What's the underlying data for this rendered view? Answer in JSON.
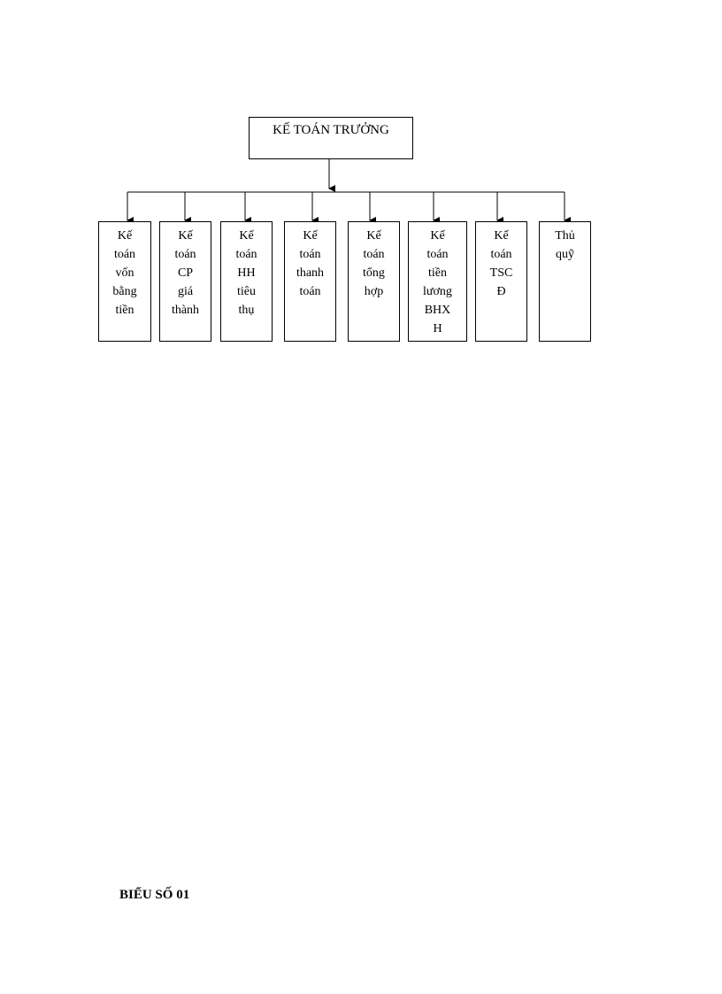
{
  "diagram": {
    "type": "org-chart",
    "root": {
      "label": "KẾ TOÁN TRƯỞNG"
    },
    "children": [
      {
        "lines": [
          "Kế",
          "toán",
          "vốn",
          "bằng",
          "tiền"
        ]
      },
      {
        "lines": [
          "Kế",
          "toán",
          "CP",
          "giá",
          "thành"
        ]
      },
      {
        "lines": [
          "Kế",
          "toán",
          "HH",
          "tiêu",
          "thụ"
        ]
      },
      {
        "lines": [
          "Kế",
          "toán",
          "thanh",
          "toán"
        ]
      },
      {
        "lines": [
          "Kế",
          "toán",
          "tổng",
          "hợp"
        ]
      },
      {
        "lines": [
          "Kế",
          "toán",
          "tiền",
          "lương",
          "BHX",
          "H"
        ]
      },
      {
        "lines": [
          "Kế",
          "toán",
          "TSC",
          "Đ"
        ]
      },
      {
        "lines": [
          "Thủ",
          "quỹ"
        ]
      }
    ],
    "line_color": "#000000"
  },
  "footer": {
    "label": "BIỂU SỐ 01"
  }
}
